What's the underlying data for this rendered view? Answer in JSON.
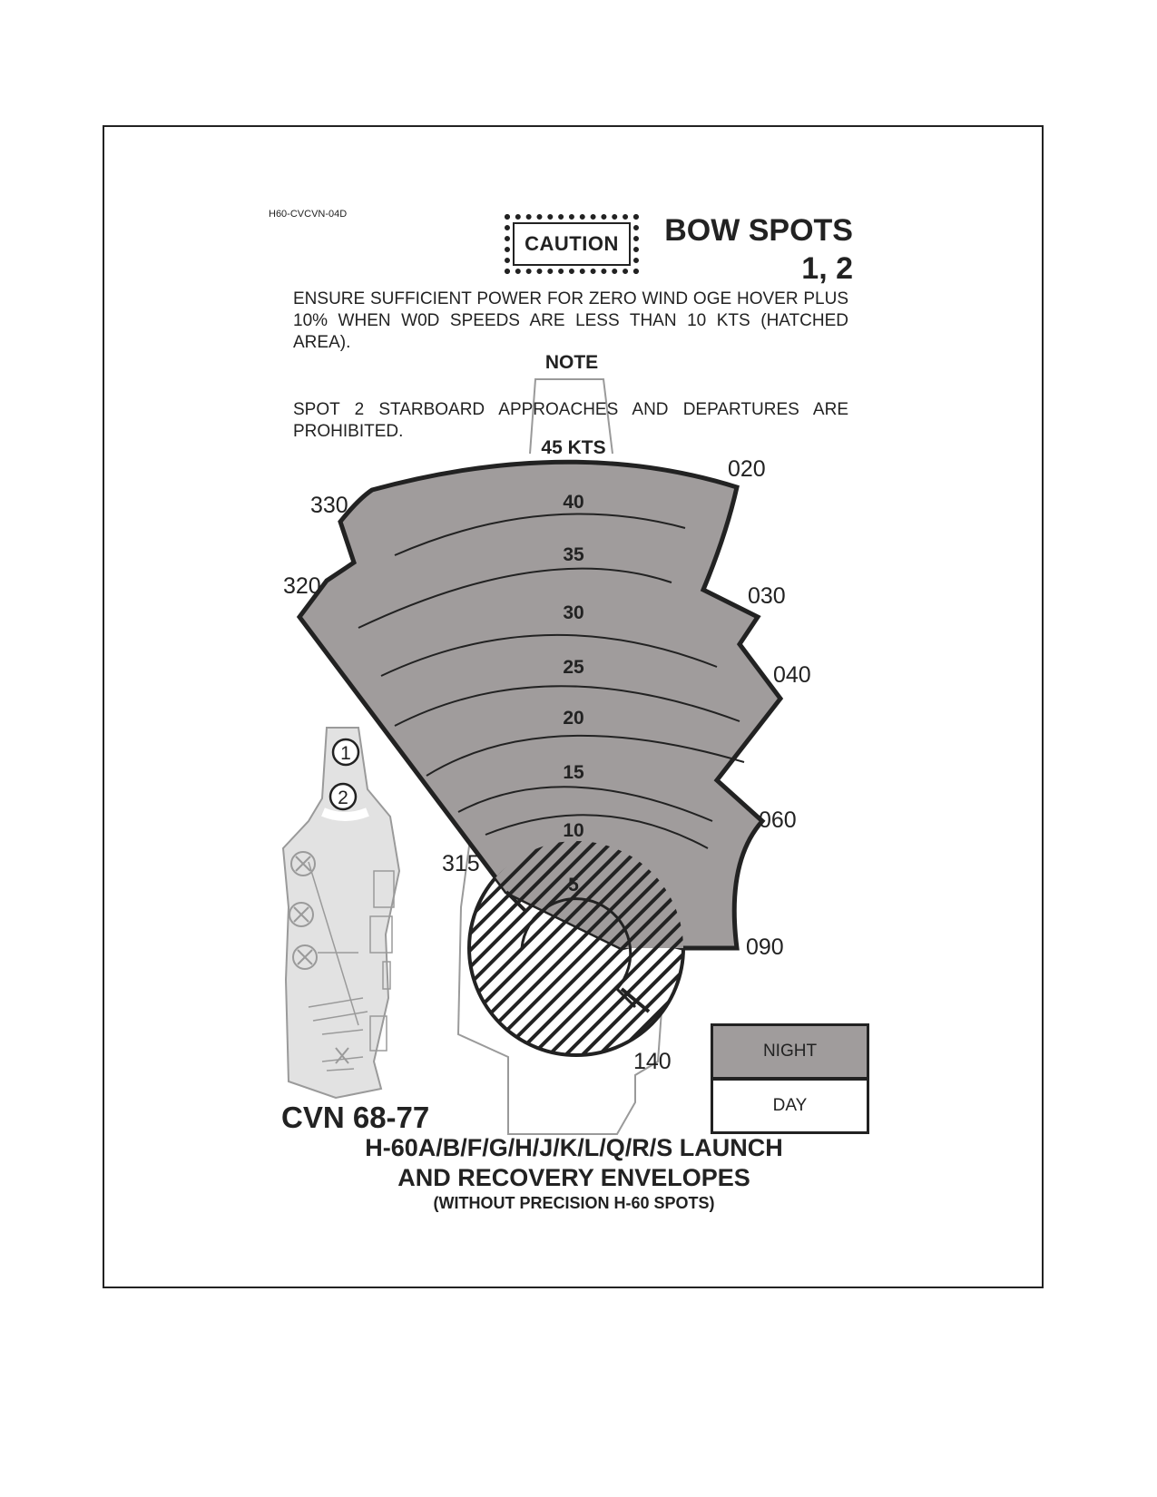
{
  "doc_id": "H60-CVCVN-04D",
  "caution_label": "CAUTION",
  "title": {
    "line1": "BOW SPOTS",
    "line2": "1, 2"
  },
  "caution_text": "ENSURE SUFFICIENT POWER FOR ZERO WIND OGE HOVER PLUS 10% WHEN W0D SPEEDS ARE LESS THAN 10 KTS (HATCHED AREA).",
  "note_heading": "NOTE",
  "note_text": "SPOT 2 STARBOARD APPROACHES AND DEPARTURES ARE PROHIBITED.",
  "speed_rings": [
    "45 KTS",
    "40",
    "35",
    "30",
    "25",
    "20",
    "15",
    "10",
    "5"
  ],
  "bearings": [
    "020",
    "030",
    "040",
    "060",
    "090",
    "140",
    "315",
    "320",
    "330"
  ],
  "spots": [
    "1",
    "2"
  ],
  "legend": {
    "night": "NIGHT",
    "day": "DAY"
  },
  "ship_class": "CVN 68-77",
  "footer": {
    "line1": "H-60A/B/F/G/H/J/K/L/Q/R/S LAUNCH",
    "line2": "AND RECOVERY ENVELOPES",
    "line3": "(WITHOUT PRECISION H-60 SPOTS)"
  },
  "colors": {
    "night_fill": "#a09c9c",
    "ship_fill": "#e2e2e2",
    "outline": "#222222"
  }
}
